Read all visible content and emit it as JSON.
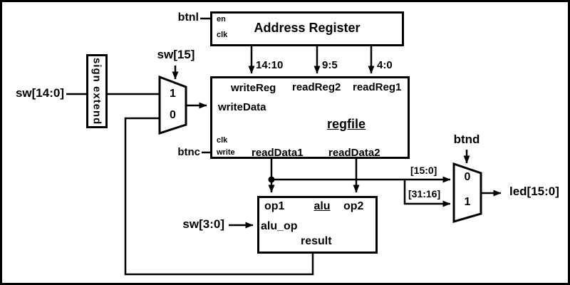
{
  "colors": {
    "line": "#000000",
    "background": "#ffffff"
  },
  "address_register": {
    "title": "Address Register",
    "port_en": "en",
    "port_clk": "clk"
  },
  "regfile": {
    "title": "regfile",
    "port_writeReg": "writeReg",
    "port_readReg2": "readReg2",
    "port_readReg1": "readReg1",
    "port_writeData": "writeData",
    "port_clk": "clk",
    "port_write": "write",
    "port_readData1": "readData1",
    "port_readData2": "readData2"
  },
  "sign_extend": {
    "title": "sign extend"
  },
  "alu": {
    "title": "alu",
    "port_op1": "op1",
    "port_op2": "op2",
    "port_alu_op": "alu_op",
    "port_result": "result"
  },
  "write_mux": {
    "in1": "1",
    "in0": "0"
  },
  "led_mux": {
    "in0": "0",
    "in1": "1"
  },
  "signals": {
    "btnl": "btnl",
    "btnc": "btnc",
    "btnd": "btnd",
    "sw14_0": "sw[14:0]",
    "sw15": "sw[15]",
    "sw3_0": "sw[3:0]",
    "led15_0": "led[15:0]",
    "bus14_10": "14:10",
    "bus9_5": "9:5",
    "bus4_0": "4:0",
    "slice15_0": "[15:0]",
    "slice31_16": "[31:16]"
  }
}
